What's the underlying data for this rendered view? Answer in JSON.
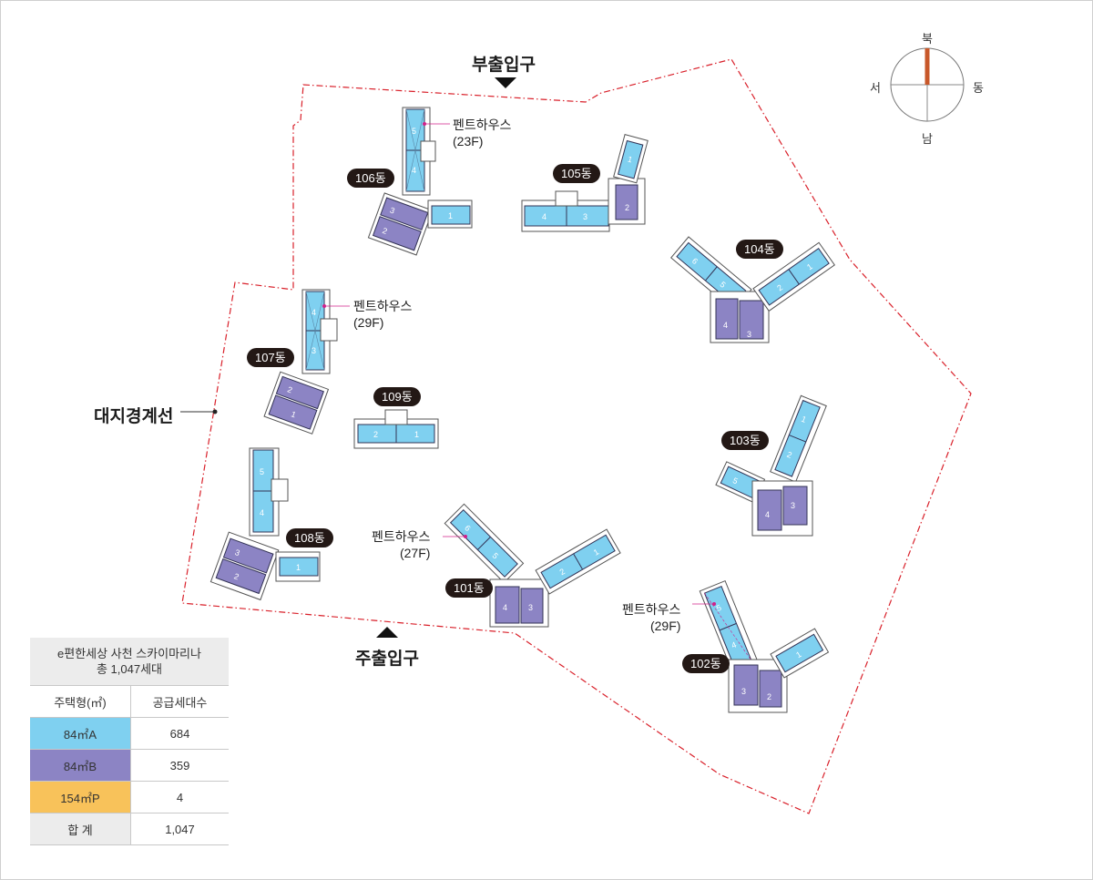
{
  "compass": {
    "north": "북",
    "south": "남",
    "east": "동",
    "west": "서"
  },
  "gates": {
    "sub": "부출입구",
    "main": "주출입구"
  },
  "boundary_label": "대지경계선",
  "buildings": {
    "b101": "101동",
    "b102": "102동",
    "b103": "103동",
    "b104": "104동",
    "b105": "105동",
    "b106": "106동",
    "b107": "107동",
    "b108": "108동",
    "b109": "109동"
  },
  "penthouses": {
    "p106": {
      "name": "펜트하우스",
      "floor": "(23F)"
    },
    "p107": {
      "name": "펜트하우스",
      "floor": "(29F)"
    },
    "p101": {
      "name": "펜트하우스",
      "floor": "(27F)"
    },
    "p102": {
      "name": "펜트하우스",
      "floor": "(29F)"
    }
  },
  "legend": {
    "title_line1": "e편한세상 사천 스카이마리나",
    "title_line2": "총 1,047세대",
    "col_type": "주택형(㎡)",
    "col_units": "공급세대수",
    "rows": [
      {
        "type": "84㎡A",
        "units": "684",
        "color": "#7fd0f0"
      },
      {
        "type": "84㎡B",
        "units": "359",
        "color": "#8c84c4"
      },
      {
        "type": "154㎡P",
        "units": "4",
        "color": "#f8c25a"
      }
    ],
    "total_label": "합 계",
    "total_units": "1,047"
  },
  "colors": {
    "typeA": "#7fd0f0",
    "typeB": "#8c84c4",
    "typeP": "#f8c25a",
    "boundary": "#d9202a",
    "compass_needle": "#c8582a"
  }
}
